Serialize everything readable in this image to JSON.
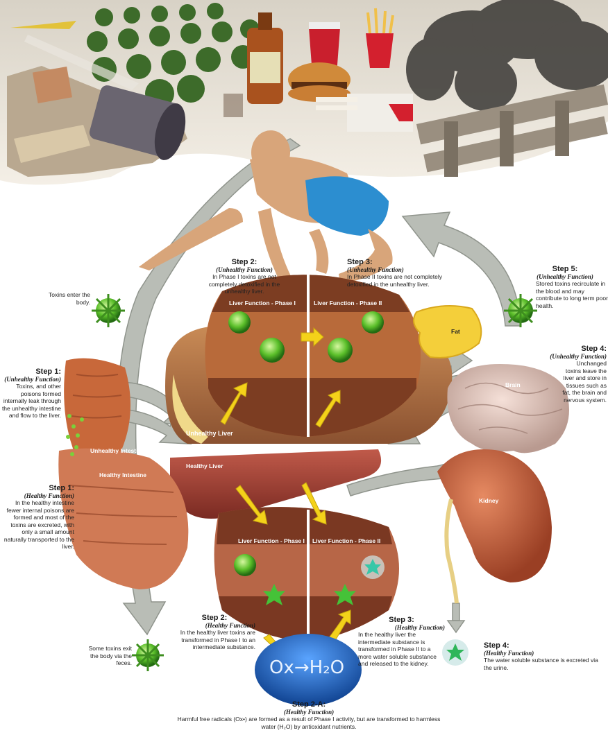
{
  "labels": {
    "liver_phase1_top": "Liver Function - Phase I",
    "liver_phase2_top": "Liver Function - Phase II",
    "liver_phase1_bottom": "Liver Function - Phase I",
    "liver_phase2_bottom": "Liver Function - Phase II",
    "unhealthy_liver": "Unhealthy Liver",
    "healthy_liver": "Healthy Liver",
    "unhealthy_intestine": "Unhealthy Intestine",
    "healthy_intestine": "Healthy Intestine",
    "fat": "Fat",
    "brain": "Brain",
    "kidney": "Kidney",
    "ox_h2o": "Ox→H₂O"
  },
  "notes": {
    "toxins_enter": "Toxins enter the body.",
    "toxins_exit": "Some toxins exit the body via the feces."
  },
  "steps": {
    "s1_unhealthy": {
      "title": "Step 1:",
      "sub": "(Unhealthy Function)",
      "body": "Toxins, and other poisons formed internally leak through the unhealthy intestine and flow to the liver."
    },
    "s1_healthy": {
      "title": "Step 1:",
      "sub": "(Healthy Function)",
      "body": "In the healthy intestine fewer internal poisons are formed and most of the toxins are excreted, with only a small amount naturally transported to the liver."
    },
    "s2_unhealthy": {
      "title": "Step 2:",
      "sub": "(Unhealthy Function)",
      "body": "In Phase I toxins are not completely detoxified in the unhealthy liver."
    },
    "s3_unhealthy": {
      "title": "Step 3:",
      "sub": "(Unhealthy Function)",
      "body": "In Phase II toxins are not completely detoxified in the unhealthy liver."
    },
    "s5_unhealthy": {
      "title": "Step 5:",
      "sub": "(Unhealthy Function)",
      "body": "Stored toxins recirculate in the blood and may contribute to long term poor health."
    },
    "s4_unhealthy": {
      "title": "Step 4:",
      "sub": "(Unhealthy Function)",
      "body": "Unchanged toxins leave the liver and store in tissues such as fat, the brain and nervous system."
    },
    "s2_healthy": {
      "title": "Step 2:",
      "sub": "(Healthy Function)",
      "body": "In the healthy liver toxins are transformed in Phase I to an intermediate substance."
    },
    "s3_healthy": {
      "title": "Step 3:",
      "sub": "(Healthy Function)",
      "body": "In the healthy liver the intermediate substance is transformed in Phase II to a more water soluble substance and released to the kidney."
    },
    "s4_healthy": {
      "title": "Step 4:",
      "sub": "(Healthy Function)",
      "body": "The water soluble substance is excreted via the urine."
    },
    "s2a_healthy": {
      "title": "Step 2-A:",
      "sub": "(Healthy Function)",
      "body": "Harmful free radicals (Ox•) are formed as a result of Phase I activity, but are transformed to harmless water (H₂O) by antioxidant nutrients."
    }
  },
  "colors": {
    "arrow_gray": "#b9bdb6",
    "toxin_green": "#5bbf2a",
    "liver_red": "#a8473a",
    "yellow_arrow": "#f4d21a",
    "ox_blue": "#1f5fb0"
  }
}
